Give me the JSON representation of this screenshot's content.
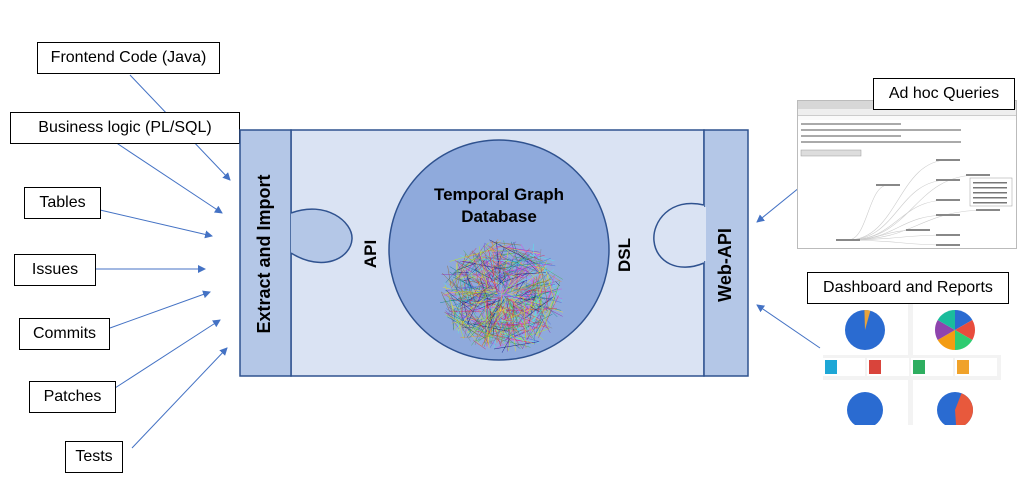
{
  "sources": [
    {
      "id": "frontend",
      "label": "Frontend Code (Java)"
    },
    {
      "id": "business",
      "label": "Business logic (PL/SQL)"
    },
    {
      "id": "tables",
      "label": "Tables"
    },
    {
      "id": "issues",
      "label": "Issues"
    },
    {
      "id": "commits",
      "label": "Commits"
    },
    {
      "id": "patches",
      "label": "Patches"
    },
    {
      "id": "tests",
      "label": "Tests"
    }
  ],
  "center": {
    "extract_label": "Extract and Import",
    "api_label": "API",
    "dsl_label": "DSL",
    "webapi_label": "Web-API",
    "database_title_line1": "Temporal Graph",
    "database_title_line2": "Database"
  },
  "consumers": {
    "adhoc_label": "Ad hoc Queries",
    "dashboard_label": "Dashboard and Reports"
  },
  "colors": {
    "panel_fill": "#dae3f3",
    "bar_fill": "#b4c7e7",
    "circle_fill": "#8faadc",
    "stroke": "#2f528f",
    "arrow": "#4472c4"
  }
}
